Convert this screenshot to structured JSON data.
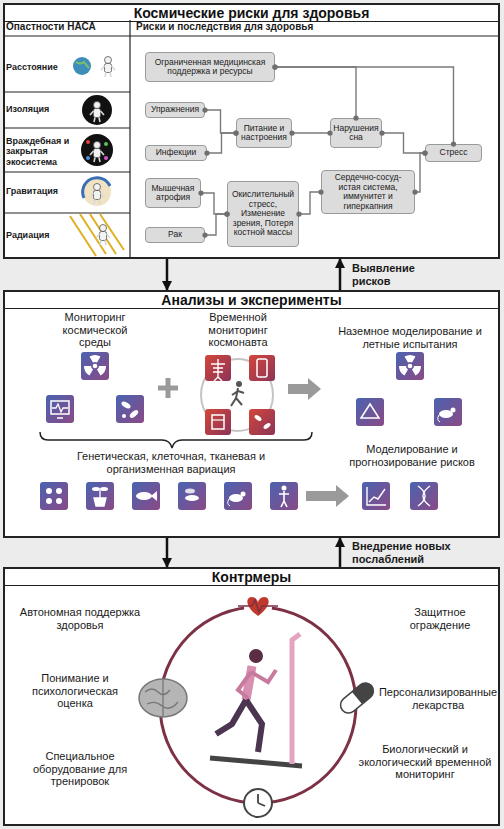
{
  "diagram": {
    "nodes": [
      {
        "text": [
          "Космические риски для здоровья"
        ]
      },
      {
        "text": [
          "Ограниченная медицинская поддержка и ресурсы"
        ],
        "in": 0
      },
      {
        "text": [
          "Упражнения"
        ],
        "in": 0
      },
      {
        "text": [
          "Питание и настроения"
        ],
        "in": 0
      },
      {
        "text": [
          "Нарушения сна"
        ],
        "in": 0
      },
      {
        "text": [
          "Стресс"
        ],
        "in": 0
      },
      {
        "text": [
          "Инфекции"
        ],
        "in": 0
      },
      {
        "text": [
          "Мышечная атрофия"
        ],
        "in": 0
      },
      {
        "text": [
          "Окислительный стресс, Изменение зрения, Потеря костной массы"
        ],
        "in": 0
      },
      {
        "text": [
          "Сердечно-сосуд-истая система, иммунитет и гиперкапния"
        ],
        "in": 0
      },
      {
        "text": [
          "Рак"
        ],
        "in": 0
      },
      {
        "text": [
          "Анализы и эксперименты"
        ]
      },
      {
        "text": [
          "Контрмеры"
        ]
      }
    ],
    "edges": [
      {
        "from": 0,
        "to": 11,
        "arrow": "to"
      },
      {
        "from": 11,
        "to": 0,
        "arrow": "to",
        "label": "Выявление рисков"
      },
      {
        "from": 11,
        "to": 12,
        "arrow": "to"
      },
      {
        "from": 12,
        "to": 11,
        "arrow": "to",
        "label": "Внедрение новых послаблений"
      },
      {
        "from": 2,
        "to": 3,
        "arrow": "none"
      },
      {
        "from": 6,
        "to": 3,
        "arrow": "none"
      },
      {
        "from": 7,
        "to": 8,
        "arrow": "none"
      },
      {
        "from": 10,
        "to": 8,
        "arrow": "none"
      },
      {
        "from": 1,
        "to": 4,
        "arrow": "none"
      },
      {
        "from": 3,
        "to": 4,
        "arrow": "none"
      },
      {
        "from": 8,
        "to": 9,
        "arrow": "none"
      },
      {
        "from": 4,
        "to": 5,
        "arrow": "none"
      },
      {
        "from": 9,
        "to": 5,
        "arrow": "none"
      },
      {
        "from": 1,
        "to": 5,
        "arrow": "none"
      }
    ],
    "labels": [
      "Опастности НАСА",
      "Риски и последствия для здоровья",
      "Расстояние",
      "Изоляция",
      "Враждебная и закрытая экосистема",
      "Гравитация",
      "Радиация",
      "Мониторинг космической среды",
      "Временной мониторинг космонавта",
      "Наземное моделирование и летные испытания",
      "Генетическая, клеточная, тканевая и организменная вариация",
      "Моделирование и прогнозирование рисков",
      "Автономная поддержка здоровья",
      "Защитное ограждение",
      "Понимание и психологическая оценка",
      "Персонализированные лекарства",
      "Специальное оборудование для тренировок",
      "Биологический и экологический временной мониторинг"
    ]
  }
}
